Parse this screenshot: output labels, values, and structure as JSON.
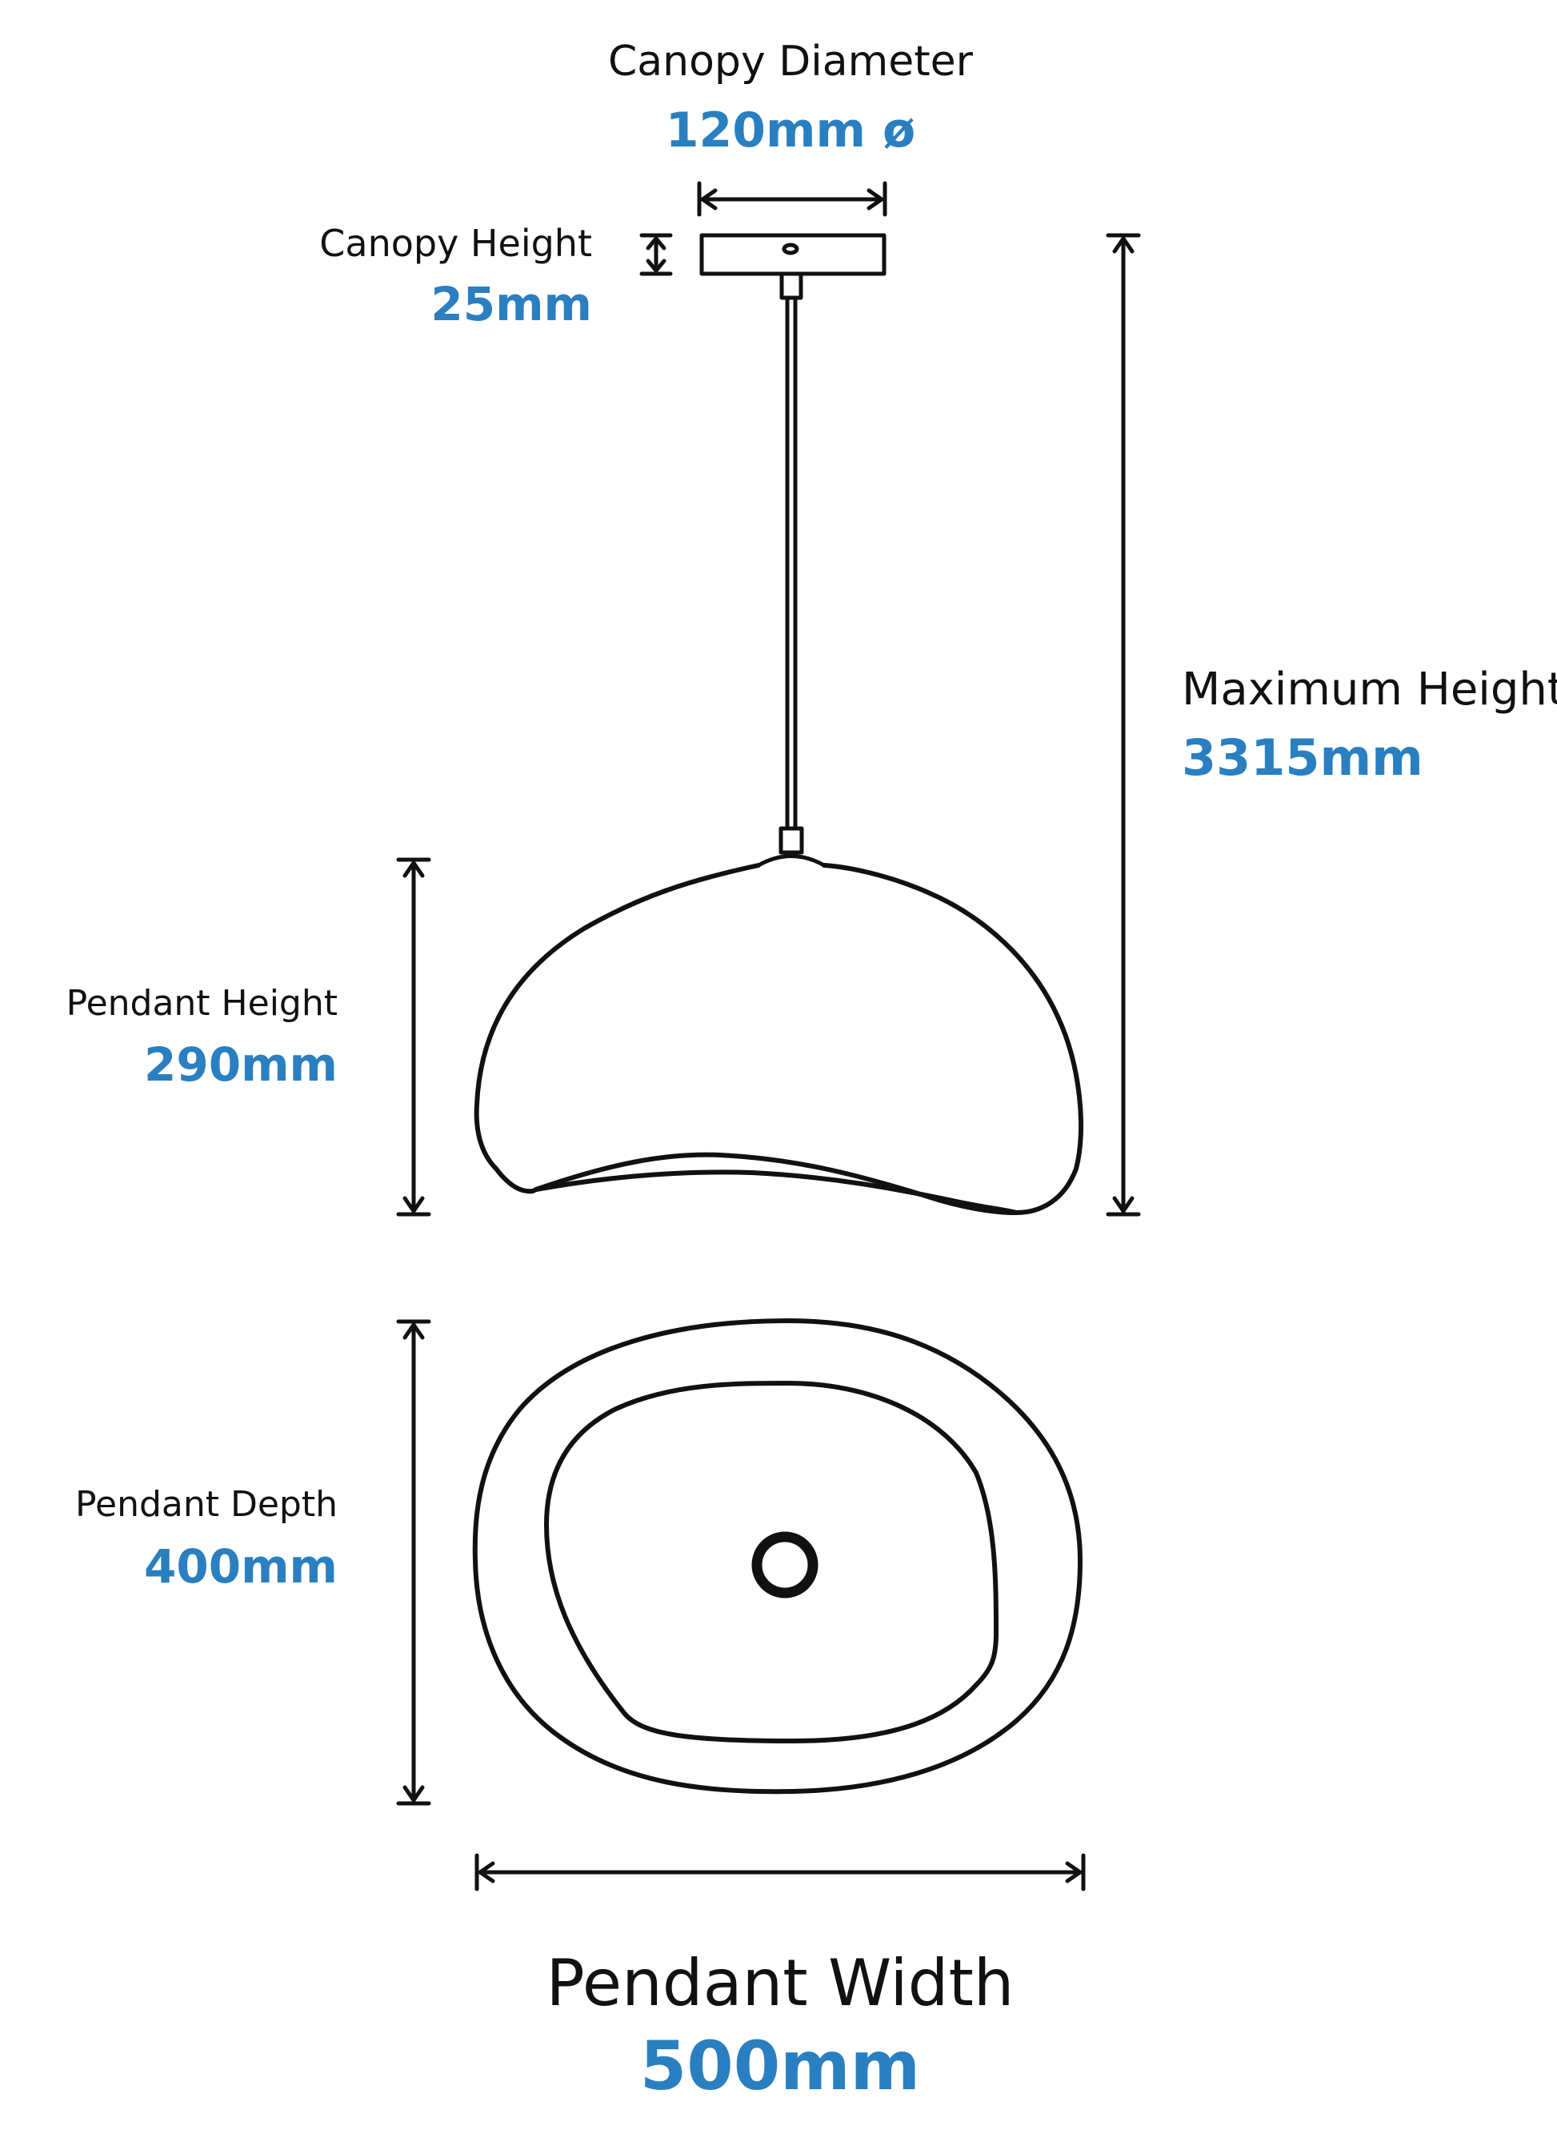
{
  "colors": {
    "value": "#2a7fc1",
    "line": "#111111"
  },
  "canopy_diameter": {
    "label": "Canopy Diameter",
    "value": "120mm ø"
  },
  "canopy_height": {
    "label": "Canopy Height",
    "value": "25mm"
  },
  "maximum_height": {
    "label": "Maximum Height",
    "value": "3315mm"
  },
  "pendant_height": {
    "label": "Pendant Height",
    "value": "290mm"
  },
  "pendant_depth": {
    "label": "Pendant Depth",
    "value": "400mm"
  },
  "pendant_width": {
    "label": "Pendant Width",
    "value": "500mm"
  }
}
